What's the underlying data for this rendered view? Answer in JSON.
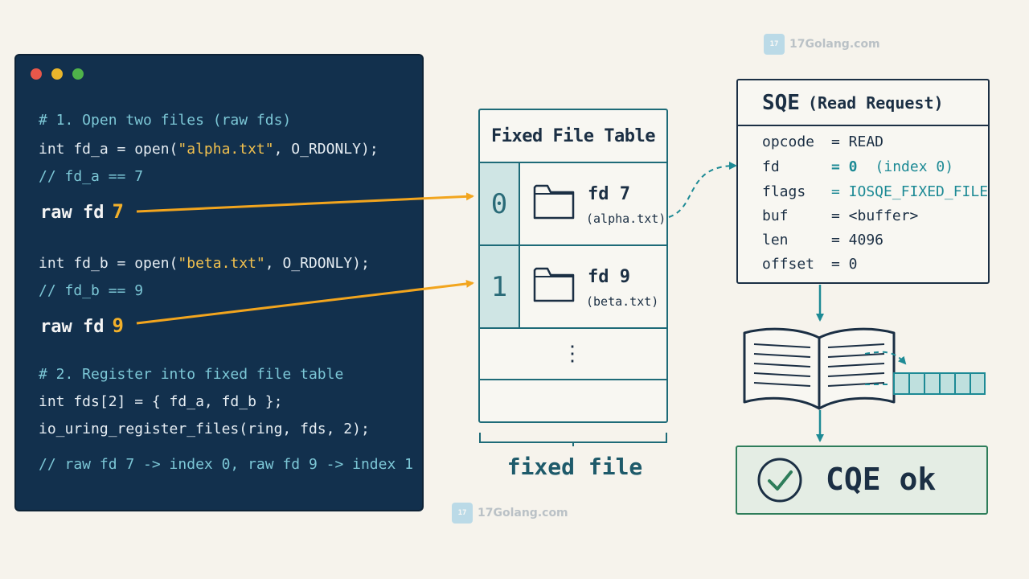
{
  "code": {
    "comment1": "# 1. Open two files (raw fds)",
    "line_open_a_prefix": "int fd_a = open(",
    "line_open_a_str": "\"alpha.txt\"",
    "line_open_a_suffix": ", O_RDONLY);",
    "comment_fd_a": "// fd_a == 7",
    "raw_fd_label": "raw fd",
    "raw_fd_a": "7",
    "line_open_b_prefix": "int fd_b = open(",
    "line_open_b_str": "\"beta.txt\"",
    "line_open_b_suffix": ", O_RDONLY);",
    "comment_fd_b": "// fd_b == 9",
    "raw_fd_b": "9",
    "comment2": "# 2. Register into fixed file table",
    "line_fds": "int fds[2] = { fd_a, fd_b };",
    "line_register": "io_uring_register_files(ring, fds, 2);",
    "comment_map": "// raw fd 7 -> index 0, raw fd 9 -> index 1"
  },
  "table": {
    "title": "Fixed File Table",
    "rows": [
      {
        "index": "0",
        "fd": "fd 7",
        "file": "(alpha.txt)"
      },
      {
        "index": "1",
        "fd": "fd 9",
        "file": "(beta.txt)"
      }
    ],
    "ellipsis": "⋮",
    "label": "fixed file"
  },
  "sqe": {
    "title": "SQE",
    "subtitle": "(Read Request)",
    "fields": [
      {
        "key": "opcode",
        "value": "= READ"
      },
      {
        "key": "fd",
        "value": "= 0",
        "note": "(index 0)"
      },
      {
        "key": "flags",
        "value": "= IOSQE_FIXED_FILE"
      },
      {
        "key": "buf",
        "value": "= <buffer>"
      },
      {
        "key": "len",
        "value": "= 4096"
      },
      {
        "key": "offset",
        "value": "= 0"
      }
    ]
  },
  "cqe": {
    "label": "CQE ok"
  },
  "watermark": {
    "text": "17Golang.com"
  }
}
